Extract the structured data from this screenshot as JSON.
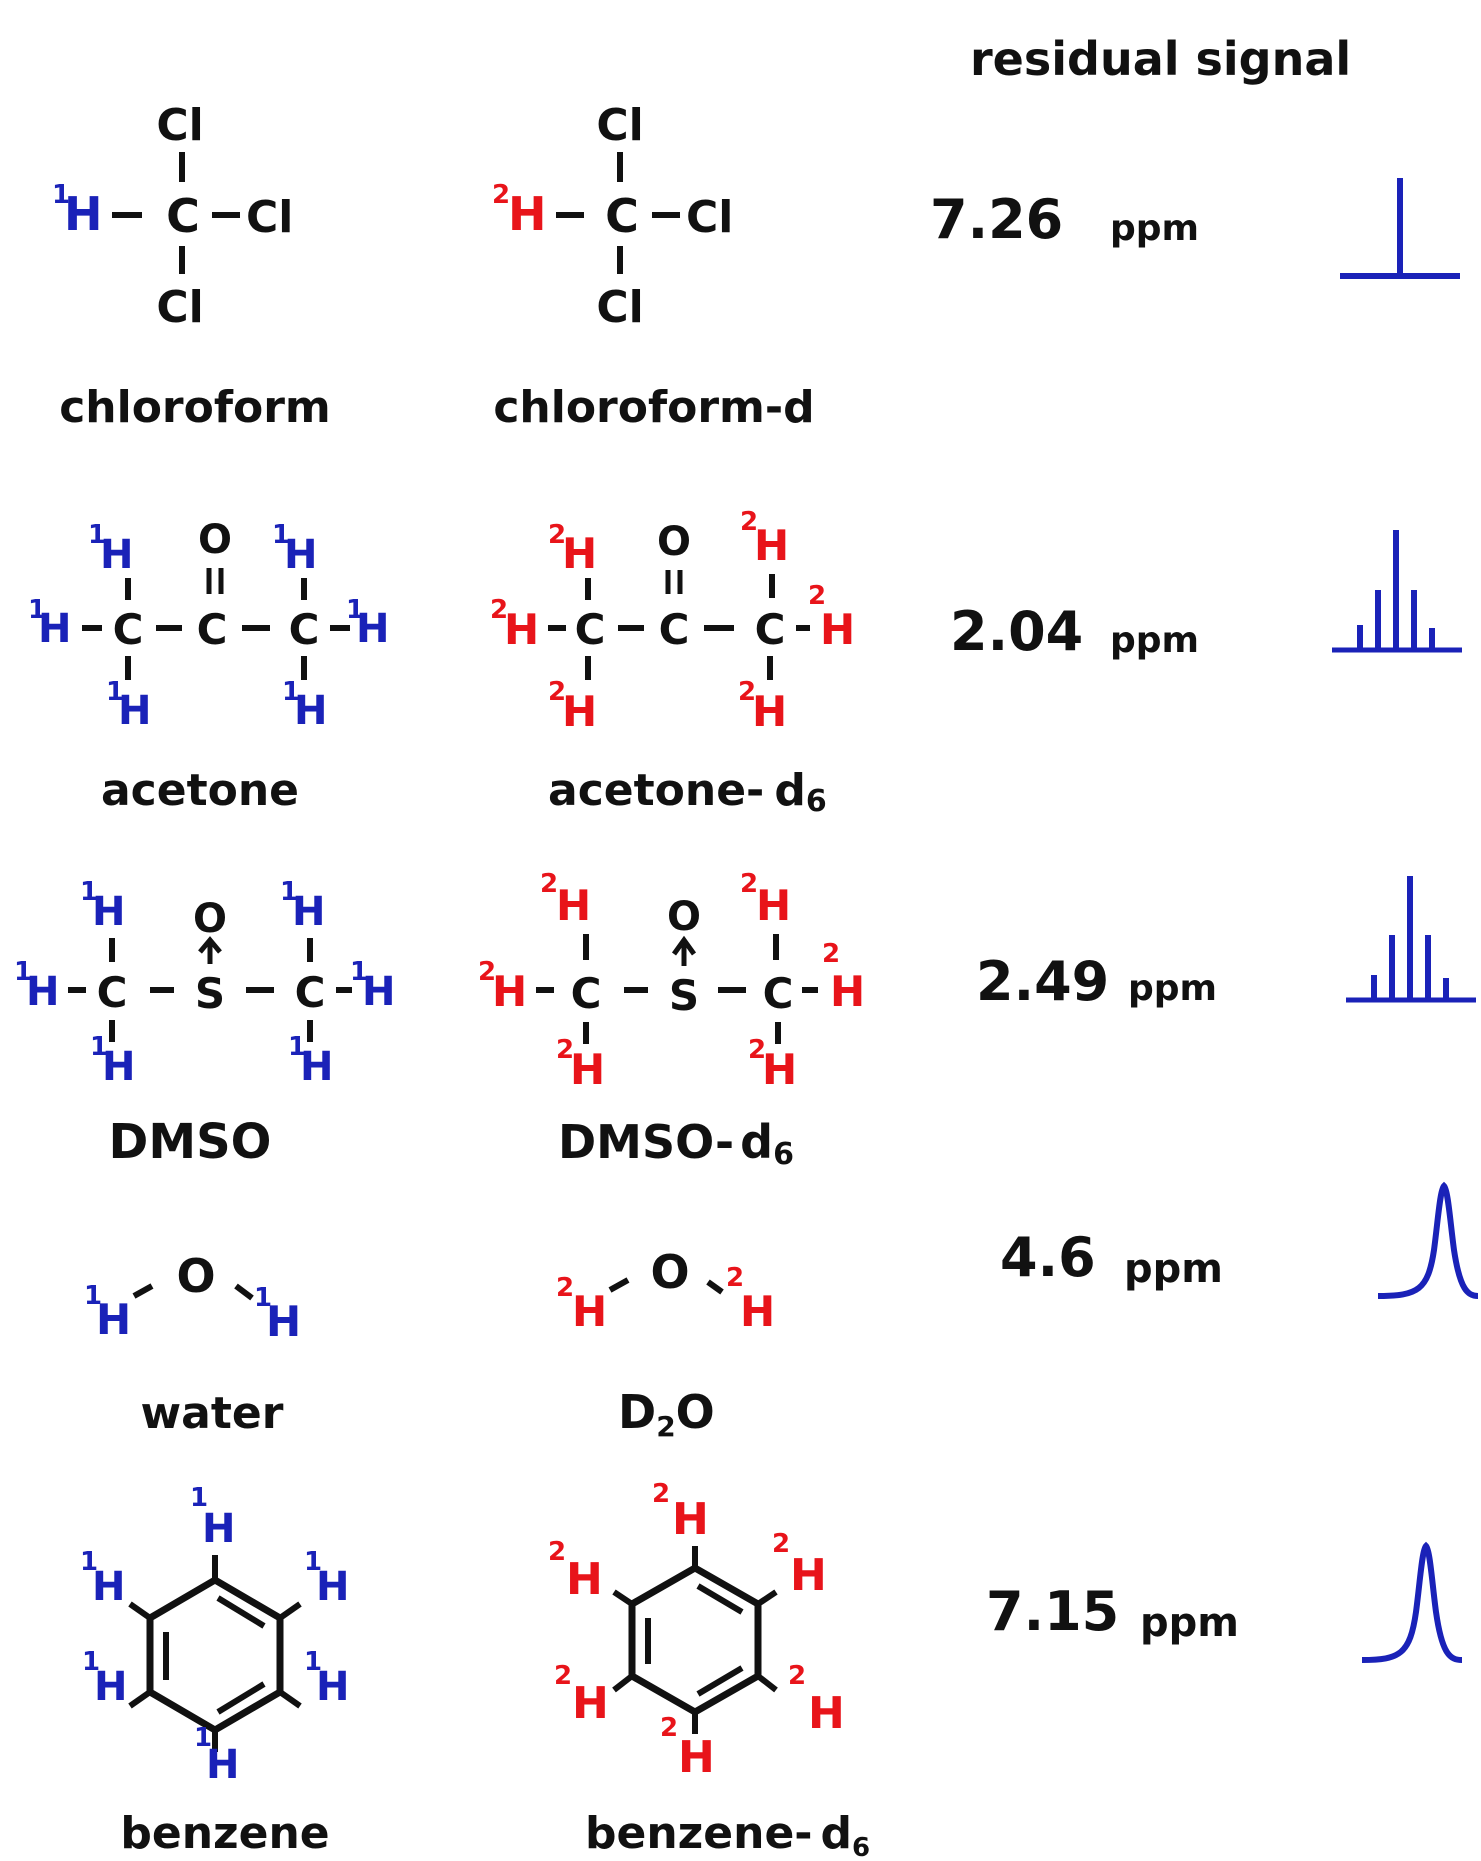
{
  "header": {
    "residual_signal": "residual signal"
  },
  "colors": {
    "ink": "#111111",
    "protium": "#1a22b8",
    "deuterium": "#e8141a",
    "peak": "#1a22b8"
  },
  "atoms": {
    "H": "H",
    "C": "C",
    "O": "O",
    "S": "S",
    "Cl": "Cl"
  },
  "isotopes": {
    "protium": "1",
    "deuterium": "2"
  },
  "unit": "ppm",
  "rows": [
    {
      "name": "chloroform",
      "deut_name": "chloroform-d",
      "shift": "7.26",
      "peak": "singlet"
    },
    {
      "name": "acetone",
      "deut_name": "acetone-",
      "deut_suffix": "d",
      "deut_sub": "6",
      "shift": "2.04",
      "peak": "quintet"
    },
    {
      "name": "DMSO",
      "deut_name": "DMSO-",
      "deut_suffix": "d",
      "deut_sub": "6",
      "shift": "2.49",
      "peak": "quintet"
    },
    {
      "name": "water",
      "deut_name_pre": "D",
      "deut_name_sub": "2",
      "deut_name_post": "O",
      "shift": "4.6",
      "peak": "broad"
    },
    {
      "name": "benzene",
      "deut_name": "benzene-",
      "deut_suffix": "d",
      "deut_sub": "6",
      "shift": "7.15",
      "peak": "broad"
    }
  ]
}
